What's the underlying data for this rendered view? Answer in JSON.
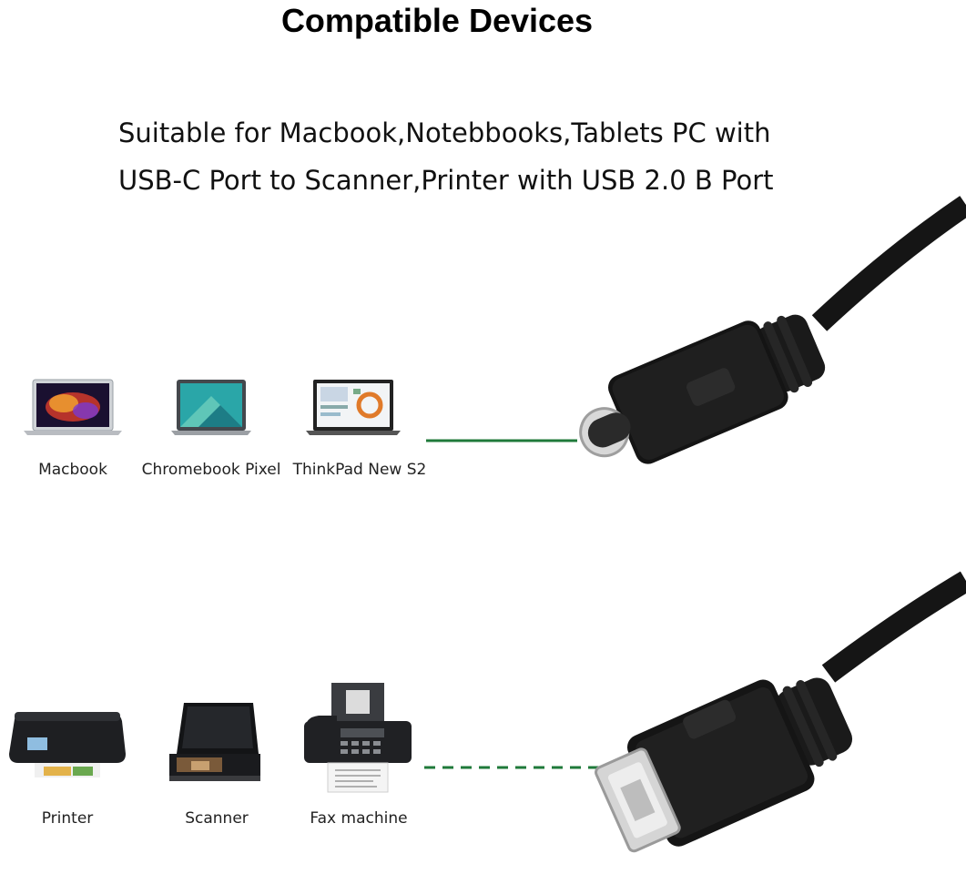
{
  "heading": "Compatible Devices",
  "description": {
    "line1": "Suitable for Macbook,Notebbooks,Tablets PC with",
    "line2": "USB-C Port to Scanner,Printer with USB 2.0 B Port"
  },
  "top_devices": [
    {
      "label": "Macbook",
      "icon": "laptop-icon"
    },
    {
      "label": "Chromebook Pixel",
      "icon": "laptop-icon"
    },
    {
      "label": "ThinkPad New S2",
      "icon": "laptop-icon"
    }
  ],
  "bottom_devices": [
    {
      "label": "Printer",
      "icon": "printer-icon"
    },
    {
      "label": "Scanner",
      "icon": "scanner-icon"
    },
    {
      "label": "Fax machine",
      "icon": "fax-icon"
    }
  ],
  "connectors": {
    "top": "usb-c-connector",
    "bottom": "usb-b-connector"
  },
  "colors": {
    "link_line": "#1f7a3a",
    "cable": "#111111",
    "metal": "#d9d9d9"
  }
}
